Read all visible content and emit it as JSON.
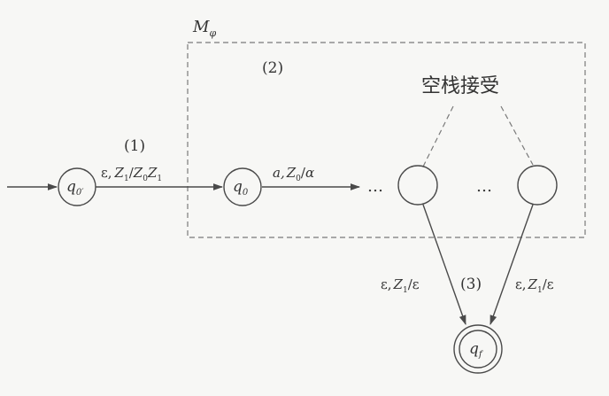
{
  "machine_label": "M",
  "machine_label_sub": "φ",
  "step1_label": "(1)",
  "step2_label": "(2)",
  "step3_label": "(3)",
  "empty_stack_accept": "空栈接受",
  "states": {
    "q0_prime": {
      "base": "q",
      "sub": "0′"
    },
    "q0": {
      "base": "q",
      "sub": "0"
    },
    "qf": {
      "base": "q",
      "sub": "f"
    }
  },
  "transitions": {
    "t1": {
      "eps": "ε,",
      "z": "Z",
      "z_sub": "1",
      "slash": "/",
      "z0": "Z",
      "z0_sub": "0",
      "z1b": "Z",
      "z1b_sub": "1"
    },
    "t2": {
      "a": "a,",
      "z": "Z",
      "z_sub": "0",
      "slash": "/",
      "alpha": "α"
    },
    "t3_left": {
      "eps": "ε,",
      "z": "Z",
      "z_sub": "1",
      "slash": "/",
      "eps2": "ε"
    },
    "t3_right": {
      "eps": "ε,",
      "z": "Z",
      "z_sub": "1",
      "slash": "/",
      "eps2": "ε"
    }
  },
  "ellipsis": "…",
  "colors": {
    "stroke": "#4a4a4a",
    "dash": "#7a7a7a",
    "text": "#333333"
  }
}
